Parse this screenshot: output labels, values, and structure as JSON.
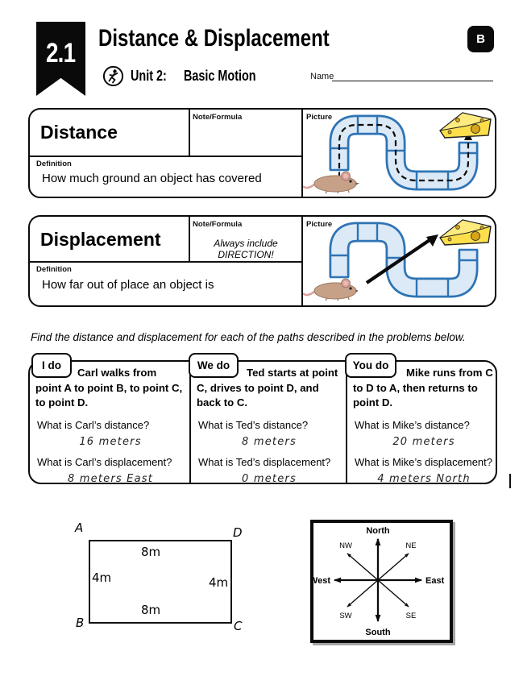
{
  "header": {
    "badge": "2.1",
    "title": "Distance & Displacement",
    "corner_badge": "B",
    "unit_label": "Unit 2:",
    "unit_name": "Basic Motion",
    "name_label": "Name"
  },
  "cards": [
    {
      "title": "Distance",
      "note_label": "Note/Formula",
      "note": "",
      "picture_label": "Picture",
      "definition_label": "Definition",
      "definition": "How much ground an object has covered"
    },
    {
      "title": "Displacement",
      "note_label": "Note/Formula",
      "note": "Always include DIRECTION!",
      "picture_label": "Picture",
      "definition_label": "Definition",
      "definition": "How far out of place an object is"
    }
  ],
  "instruction": "Find the distance and displacement for each of the paths described in the problems below.",
  "problems": [
    {
      "tab": "I do",
      "prompt": "Carl walks from point A to point B, to point C, to point D.",
      "q1": "What is Carl’s distance?",
      "a1": "16 meters",
      "q2": "What is Carl’s displacement?",
      "a2": "8 meters East"
    },
    {
      "tab": "We do",
      "prompt": "Ted starts at point C, drives to point D, and back to C.",
      "q1": "What is Ted’s distance?",
      "a1": "8 meters",
      "q2": "What is Ted’s displacement?",
      "a2": "0 meters"
    },
    {
      "tab": "You do",
      "prompt": "Mike runs from C to D to A, then returns to point D.",
      "q1": "What is Mike’s distance?",
      "a1": "20 meters",
      "q2": "What is Mike’s displacement?",
      "a2": "4 meters North"
    }
  ],
  "diagram": {
    "corner_tl": "A",
    "corner_tr": "D",
    "corner_bl": "B",
    "corner_br": "C",
    "side_top": "8m",
    "side_left": "4m",
    "side_right": "4m",
    "side_bottom": "8m"
  },
  "compass": {
    "north": "North",
    "south": "South",
    "east": "East",
    "west": "West",
    "nw": "NW",
    "ne": "NE",
    "sw": "SW",
    "se": "SE"
  },
  "colors": {
    "tube_border": "#2e74b5",
    "tube_fill": "#dce9f6",
    "cheese": "#fcdf4b",
    "cheese_hole": "#d8a417",
    "mouse_body": "#c7a088",
    "mouse_pink": "#dc9f9b",
    "ink": "#0a0a0a"
  }
}
